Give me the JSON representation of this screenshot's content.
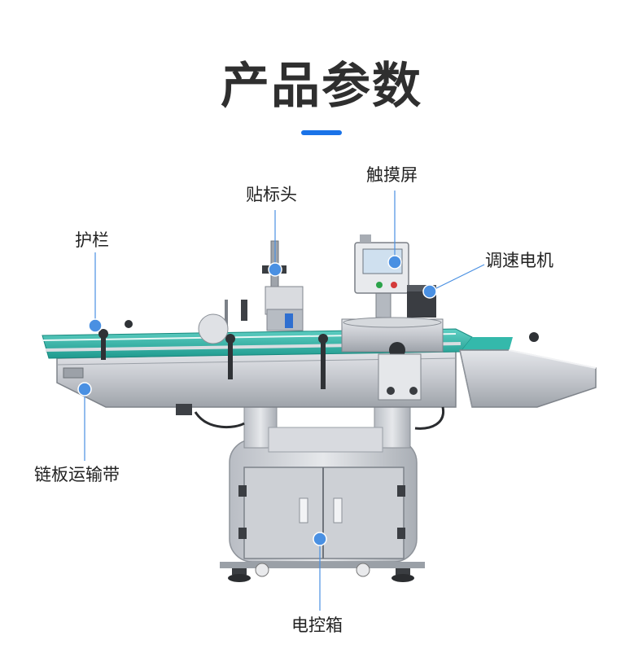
{
  "page": {
    "title": "产品参数"
  },
  "callouts": {
    "labeling_head": "贴标头",
    "touch_screen": "触摸屏",
    "guardrail": "护栏",
    "speed_motor": "调速电机",
    "conveyor": "链板运输带",
    "control_box": "电控箱"
  },
  "colors": {
    "accent": "#1a73e8",
    "callout_dot": "#4a90e2",
    "steel": "#c9ccd1",
    "conveyor_belt": "#2bb3a5"
  }
}
